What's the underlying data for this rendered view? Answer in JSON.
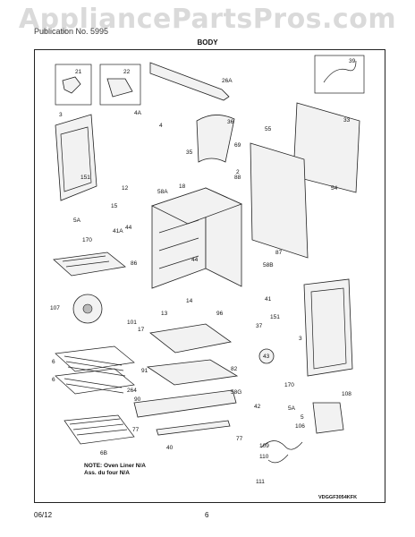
{
  "watermark": "AppliancePartsPros.com",
  "header_left": "Publication No. 5995",
  "section_title": "BODY",
  "note_line1": "NOTE: Oven Liner N/A",
  "note_line2": "Ass. du four N/A",
  "diagram_code": "VDGGF3054KFK",
  "footer_date": "06/12",
  "footer_page": "6",
  "callouts": [
    "21",
    "22",
    "26A",
    "39",
    "3",
    "4A",
    "4",
    "36",
    "33",
    "55",
    "35",
    "69",
    "2",
    "18",
    "58A",
    "88",
    "12",
    "15",
    "54",
    "151",
    "5A",
    "170",
    "41A",
    "44",
    "44",
    "87",
    "58B",
    "86",
    "107",
    "14",
    "41",
    "151",
    "101",
    "13",
    "17",
    "96",
    "37",
    "3",
    "43",
    "6",
    "6",
    "91",
    "58G",
    "82",
    "170",
    "108",
    "264",
    "90",
    "42",
    "5A",
    "5",
    "106",
    "6B",
    "77",
    "40",
    "77",
    "109",
    "110",
    "111"
  ]
}
